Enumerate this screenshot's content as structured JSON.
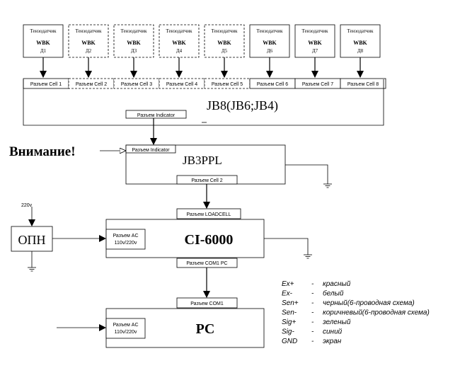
{
  "sensors": [
    {
      "type": "Тензодатчик",
      "model": "WBK",
      "id": "Д1",
      "dashed": false
    },
    {
      "type": "Тензодатчик",
      "model": "WBK",
      "id": "Д2",
      "dashed": true
    },
    {
      "type": "Тензодатчик",
      "model": "WBK",
      "id": "Д3",
      "dashed": true
    },
    {
      "type": "Тензодатчик",
      "model": "WBK",
      "id": "Д4",
      "dashed": true
    },
    {
      "type": "Тензодатчик",
      "model": "WBK",
      "id": "Д5",
      "dashed": true
    },
    {
      "type": "Тензодатчик",
      "model": "WBK",
      "id": "Д6",
      "dashed": false
    },
    {
      "type": "Тензодатчик",
      "model": "WBK",
      "id": "Д7",
      "dashed": false
    },
    {
      "type": "Тензодатчик",
      "model": "WBK",
      "id": "Д8",
      "dashed": false
    }
  ],
  "connectors": [
    {
      "label": "Разъем Cell 1",
      "dashed": false
    },
    {
      "label": "Разъем Cell 2",
      "dashed": true
    },
    {
      "label": "Разъем Cell 3",
      "dashed": true
    },
    {
      "label": "Разъем Cell 4",
      "dashed": true
    },
    {
      "label": "Разъем Cell 5",
      "dashed": true
    },
    {
      "label": "Разъем Cell 6",
      "dashed": false
    },
    {
      "label": "Разъем Cell 7",
      "dashed": false
    },
    {
      "label": "Разъем Cell 8",
      "dashed": false
    }
  ],
  "jb8": {
    "title": "JB8(JB6;JB4)",
    "indicator": "Разъем Indicator"
  },
  "jb3": {
    "title": "JB3PPL",
    "indicator": "Разъем Indicator",
    "cell2": "Разъем Cell 2"
  },
  "warning": "Внимание!",
  "ci": {
    "title": "CI-6000",
    "loadcell": "Разъем LOADCELL",
    "ac1": "Разъем AC",
    "ac2": "110v/220v",
    "com": "Разъем COM1 PC"
  },
  "pc": {
    "title": "PC",
    "com": "Разъем COM1",
    "ac1": "Разъем AC",
    "ac2": "110v/220v"
  },
  "opn": {
    "label": "ОПН",
    "voltage": "220v"
  },
  "legend": [
    {
      "code": "Ex+",
      "dash": "-",
      "desc": "красный"
    },
    {
      "code": "Ex-",
      "dash": "-",
      "desc": "белый"
    },
    {
      "code": "Sen+",
      "dash": "-",
      "desc": "черный(6-проводная схема)"
    },
    {
      "code": "Sen-",
      "dash": "-",
      "desc": "коричневый(6-проводная схема)"
    },
    {
      "code": "Sig+",
      "dash": "-",
      "desc": "зеленый"
    },
    {
      "code": "Sig-",
      "dash": "-",
      "desc": "синий"
    },
    {
      "code": "GND",
      "dash": "-",
      "desc": "экран"
    }
  ]
}
